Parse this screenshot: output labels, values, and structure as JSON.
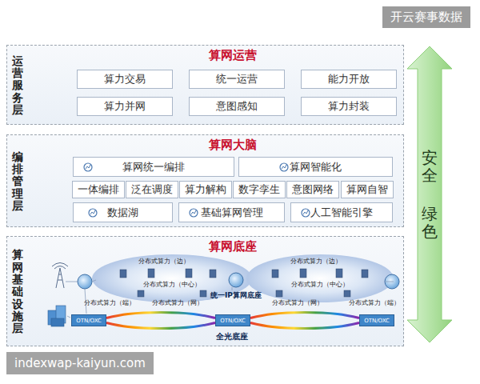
{
  "diagram": {
    "nodes": [
      {
        "text": [
          "运营服务层",
          "算网运营"
        ]
      },
      {
        "text": [
          "算力交易"
        ],
        "in": 0
      },
      {
        "text": [
          "统一运营"
        ],
        "in": 0
      },
      {
        "text": [
          "能力开放"
        ],
        "in": 0
      },
      {
        "text": [
          "算力并网"
        ],
        "in": 0
      },
      {
        "text": [
          "意图感知"
        ],
        "in": 0
      },
      {
        "text": [
          "算力封装"
        ],
        "in": 0
      },
      {
        "text": [
          "编排管理层",
          "算网大脑"
        ]
      },
      {
        "text": [
          "算网统一编排"
        ],
        "in": 7
      },
      {
        "text": [
          "算网智能化"
        ],
        "in": 7
      },
      {
        "text": [
          "一体编排"
        ],
        "in": 7
      },
      {
        "text": [
          "泛在调度"
        ],
        "in": 7
      },
      {
        "text": [
          "算力解构"
        ],
        "in": 7
      },
      {
        "text": [
          "数字孪生"
        ],
        "in": 7
      },
      {
        "text": [
          "意图网络"
        ],
        "in": 7
      },
      {
        "text": [
          "算网自智"
        ],
        "in": 7
      },
      {
        "text": [
          "数据湖"
        ],
        "in": 7
      },
      {
        "text": [
          "基础算网管理"
        ],
        "in": 7
      },
      {
        "text": [
          "人工智能引擎"
        ],
        "in": 7
      },
      {
        "text": [
          "算网基础设施层",
          "算网底座"
        ]
      },
      {
        "text": [
          "OTN/OXC"
        ],
        "in": 19
      },
      {
        "text": [
          "OTN/OXC"
        ],
        "in": 19
      },
      {
        "text": [
          "OTN/OXC"
        ],
        "in": 19
      }
    ],
    "edges": [
      {
        "from": 20,
        "to": 21,
        "arrow": "none"
      },
      {
        "from": 21,
        "to": 22,
        "arrow": "none"
      }
    ],
    "labels": [
      "开云赛事数据",
      "indexwap-kaiyun.com",
      "安全",
      "绿色",
      "分布式算力（边）",
      "分布式算力（边）",
      "分布式算力（中心）",
      "分布式算力（中心）",
      "分布式算力（端）",
      "分布式算力（网）",
      "统一IP算网底座",
      "分布式算力（网）",
      "分布式算力（端）",
      "全光底座"
    ]
  }
}
